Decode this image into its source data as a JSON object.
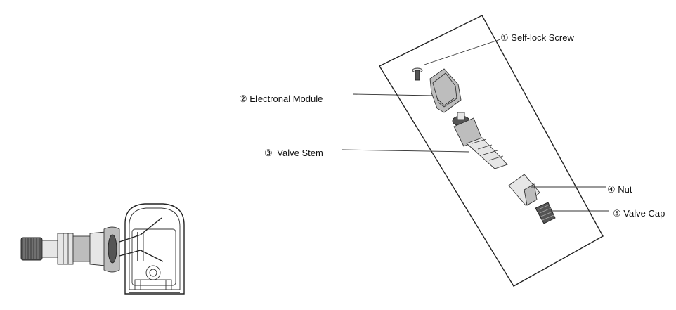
{
  "callouts": [
    {
      "number": "①",
      "label": "Self-lock Screw"
    },
    {
      "number": "②",
      "label": "Electronal Module"
    },
    {
      "number": "③",
      "label": "Valve Stem"
    },
    {
      "number": "④",
      "label": "Nut"
    },
    {
      "number": "⑤",
      "label": "Valve Cap"
    }
  ]
}
